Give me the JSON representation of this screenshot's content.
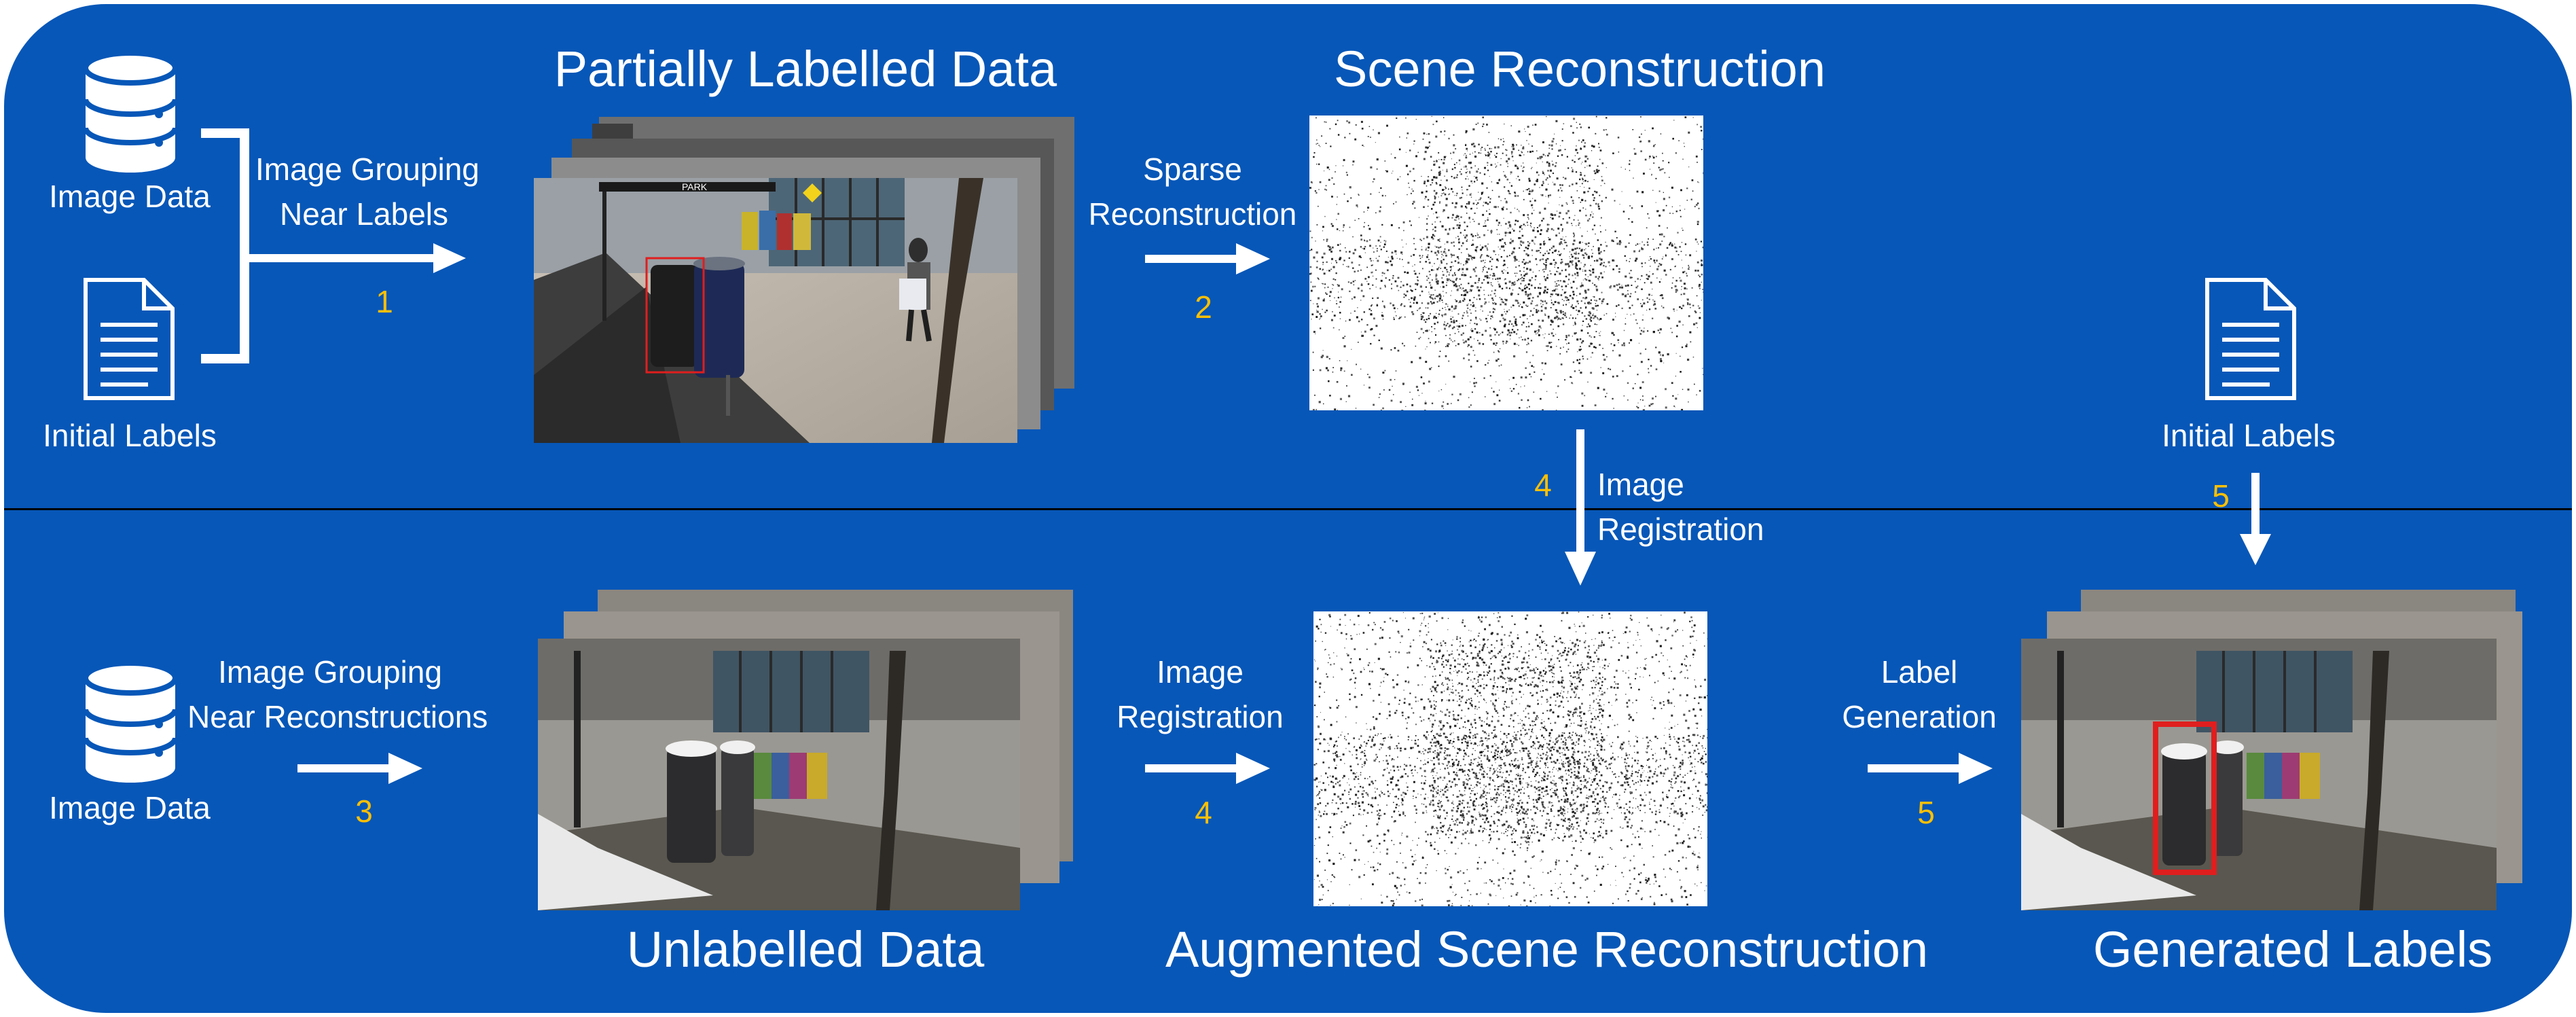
{
  "colors": {
    "panel": "#0757b8",
    "text": "#ffffff",
    "step_number": "#ffc000",
    "divider": "#000000",
    "label_box": "#e01e1e"
  },
  "icons": {
    "database": "database-icon",
    "document": "document-icon",
    "arrow": "arrow-right-icon"
  },
  "top_row": {
    "image_data_label": "Image Data",
    "initial_labels_label": "Initial Labels",
    "grouping_label_line1": "Image Grouping",
    "grouping_label_line2": "Near Labels",
    "step1": "1",
    "partially_labelled_title": "Partially Labelled Data",
    "sparse_label_line1": "Sparse",
    "sparse_label_line2": "Reconstruction",
    "step2": "2",
    "scene_reconstruction_title": "Scene Reconstruction",
    "registration_step": "4",
    "registration_label_line1": "Image",
    "registration_label_line2": "Registration",
    "right_initial_labels_label": "Initial Labels",
    "right_step": "5"
  },
  "bottom_row": {
    "image_data_label": "Image Data",
    "grouping_label_line1": "Image Grouping",
    "grouping_label_line2": "Near Reconstructions",
    "step3": "3",
    "unlabelled_title": "Unlabelled Data",
    "registration_label_line1": "Image",
    "registration_label_line2": "Registration",
    "step4": "4",
    "augmented_title": "Augmented Scene Reconstruction",
    "label_generation_line1": "Label",
    "label_generation_line2": "Generation",
    "step5": "5",
    "generated_title": "Generated Labels"
  },
  "photo_text": {
    "park_sign": "PARK"
  }
}
